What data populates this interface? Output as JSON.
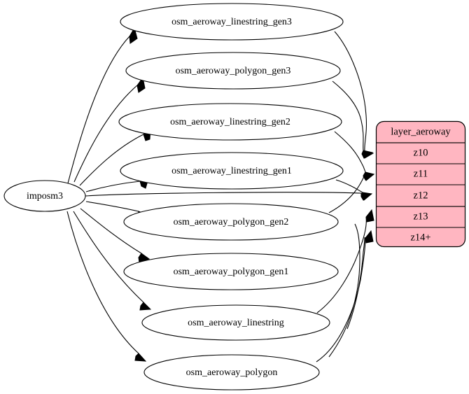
{
  "diagram": {
    "title": "imposm3 aeroway layer dependency graph",
    "background_color": "#ffffff",
    "edge_color": "#000000",
    "source_node": {
      "id": "imposm3",
      "label": "imposm3",
      "shape": "ellipse",
      "fill": "#ffffff"
    },
    "intermediate_nodes": [
      {
        "id": "osm_aeroway_linestring_gen3",
        "label": "osm_aeroway_linestring_gen3",
        "shape": "ellipse",
        "fill": "#ffffff"
      },
      {
        "id": "osm_aeroway_polygon_gen3",
        "label": "osm_aeroway_polygon_gen3",
        "shape": "ellipse",
        "fill": "#ffffff"
      },
      {
        "id": "osm_aeroway_linestring_gen2",
        "label": "osm_aeroway_linestring_gen2",
        "shape": "ellipse",
        "fill": "#ffffff"
      },
      {
        "id": "osm_aeroway_linestring_gen1",
        "label": "osm_aeroway_linestring_gen1",
        "shape": "ellipse",
        "fill": "#ffffff"
      },
      {
        "id": "osm_aeroway_polygon_gen2",
        "label": "osm_aeroway_polygon_gen2",
        "shape": "ellipse",
        "fill": "#ffffff"
      },
      {
        "id": "osm_aeroway_polygon_gen1",
        "label": "osm_aeroway_polygon_gen1",
        "shape": "ellipse",
        "fill": "#ffffff"
      },
      {
        "id": "osm_aeroway_linestring",
        "label": "osm_aeroway_linestring",
        "shape": "ellipse",
        "fill": "#ffffff"
      },
      {
        "id": "osm_aeroway_polygon",
        "label": "osm_aeroway_polygon",
        "shape": "ellipse",
        "fill": "#ffffff"
      }
    ],
    "layer_table": {
      "id": "layer_aeroway",
      "header": "layer_aeroway",
      "fill": "#ffb6c1",
      "border_color": "#000000",
      "rows": [
        {
          "label": "z10"
        },
        {
          "label": "z11"
        },
        {
          "label": "z12"
        },
        {
          "label": "z13"
        },
        {
          "label": "z14+"
        }
      ]
    },
    "edges": [
      {
        "from": "imposm3",
        "to": "osm_aeroway_linestring_gen3"
      },
      {
        "from": "imposm3",
        "to": "osm_aeroway_polygon_gen3"
      },
      {
        "from": "imposm3",
        "to": "osm_aeroway_linestring_gen2"
      },
      {
        "from": "imposm3",
        "to": "osm_aeroway_linestring_gen1"
      },
      {
        "from": "imposm3",
        "to": "osm_aeroway_polygon_gen2"
      },
      {
        "from": "imposm3",
        "to": "osm_aeroway_polygon_gen1"
      },
      {
        "from": "imposm3",
        "to": "osm_aeroway_linestring"
      },
      {
        "from": "imposm3",
        "to": "osm_aeroway_polygon"
      },
      {
        "from": "osm_aeroway_linestring_gen3",
        "to": "layer_aeroway.z10"
      },
      {
        "from": "osm_aeroway_polygon_gen3",
        "to": "layer_aeroway.z10"
      },
      {
        "from": "osm_aeroway_linestring_gen2",
        "to": "layer_aeroway.z11"
      },
      {
        "from": "osm_aeroway_polygon_gen2",
        "to": "layer_aeroway.z11"
      },
      {
        "from": "osm_aeroway_linestring_gen1",
        "to": "layer_aeroway.z12"
      },
      {
        "from": "osm_aeroway_polygon_gen1",
        "to": "layer_aeroway.z12"
      },
      {
        "from": "osm_aeroway_linestring",
        "to": "layer_aeroway.z13"
      },
      {
        "from": "osm_aeroway_polygon",
        "to": "layer_aeroway.z14+"
      }
    ]
  }
}
